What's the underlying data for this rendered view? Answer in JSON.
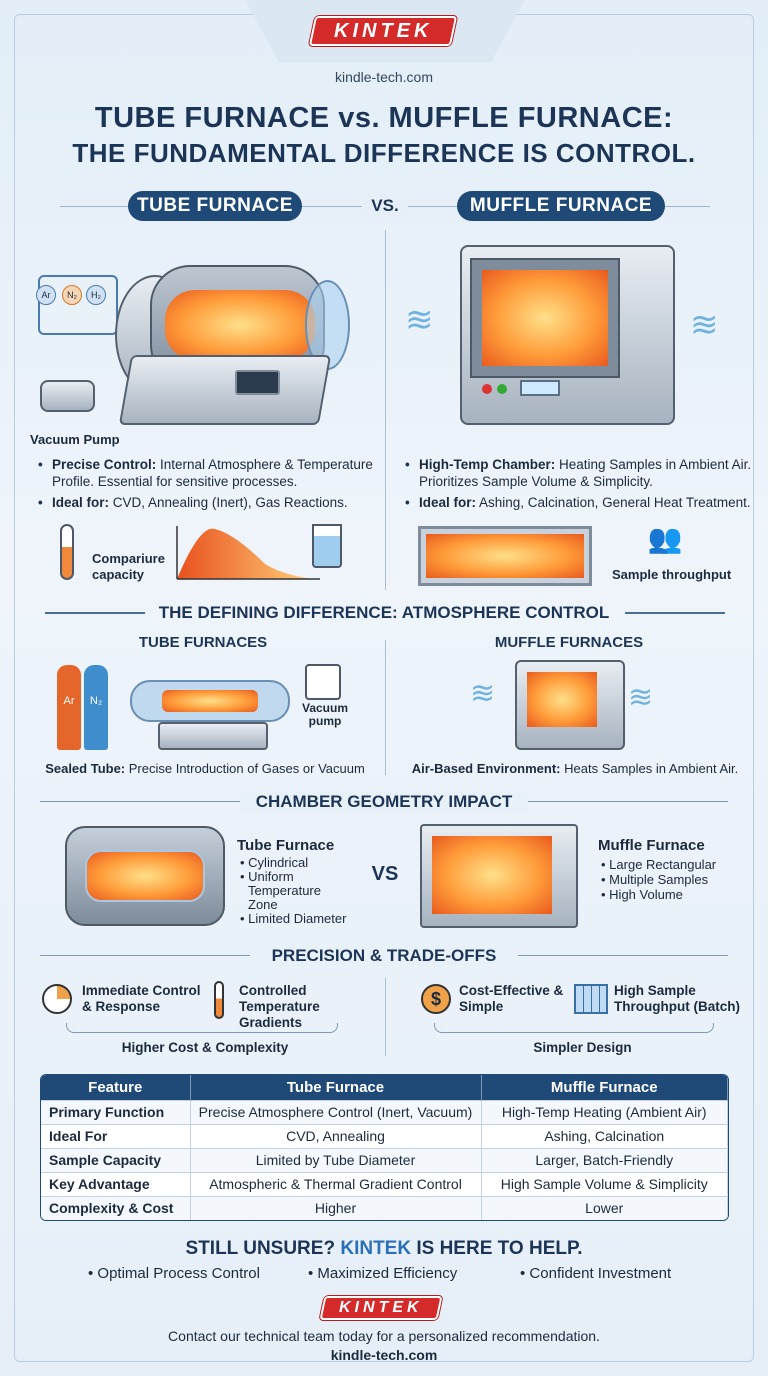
{
  "header": {
    "brand": "KINTEK",
    "website": "kindle-tech.com",
    "title_line1": "TUBE FURNACE vs. MUFFLE FURNACE:",
    "title_line2": "THE FUNDAMENTAL DIFFERENCE IS CONTROL."
  },
  "comparison": {
    "vs": "VS.",
    "tube": {
      "label": "TUBE FURNACE",
      "gases": [
        "Ar",
        "N₂",
        "H₂"
      ],
      "pump_label": "Vacuum Pump",
      "bullets": [
        {
          "bold": "Precise Control:",
          "text": " Internal Atmosphere & Temperature Profile. Essential for sensitive processes."
        },
        {
          "bold": "Ideal for:",
          "text": " CVD, Annealing (Inert), Gas Reactions."
        }
      ],
      "icon_caption": "Compariure capacity"
    },
    "muffle": {
      "label": "MUFFLE FURNACE",
      "bullets": [
        {
          "bold": "High-Temp Chamber:",
          "text": " Heating Samples in Ambient Air. Prioritizes Sample Volume & Simplicity."
        },
        {
          "bold": "Ideal for:",
          "text": " Ashing, Calcination, General Heat Treatment."
        }
      ],
      "icon_caption": "Sample throughput"
    }
  },
  "atmosphere": {
    "title": "THE DEFINING DIFFERENCE: ATMOSPHERE CONTROL",
    "tube": {
      "heading": "TUBE FURNACES",
      "gases": [
        "Ar",
        "N₂"
      ],
      "pump_label": "Vacuum pump",
      "caption_bold": "Sealed Tube:",
      "caption": " Precise Introduction of Gases or Vacuum"
    },
    "muffle": {
      "heading": "MUFFLE FURNACES",
      "caption_bold": "Air-Based Environment:",
      "caption": " Heats Samples in Ambient Air."
    }
  },
  "geometry": {
    "title": "CHAMBER GEOMETRY IMPACT",
    "vs": "VS",
    "tube": {
      "heading": "Tube Furnace",
      "items": [
        "Cylindrical",
        "Uniform Temperature Zone",
        "Limited Diameter"
      ]
    },
    "muffle": {
      "heading": "Muffle Furnace",
      "items": [
        "Large Rectangular",
        "Multiple Samples",
        "High Volume"
      ]
    }
  },
  "tradeoffs": {
    "title": "PRECISION & TRADE-OFFS",
    "tube": {
      "items": [
        {
          "icon": "stopwatch-icon",
          "label": "Immediate Control & Response"
        },
        {
          "icon": "thermometer-icon",
          "label": "Controlled Temperature Gradients"
        }
      ],
      "summary": "Higher Cost & Complexity"
    },
    "muffle": {
      "items": [
        {
          "icon": "dollar-coin-icon",
          "label": "Cost-Effective & Simple"
        },
        {
          "icon": "batch-grid-icon",
          "label": "High Sample Throughput (Batch)"
        }
      ],
      "summary": "Simpler Design"
    }
  },
  "table": {
    "headers": [
      "Feature",
      "Tube Furnace",
      "Muffle Furnace"
    ],
    "rows": [
      [
        "Primary Function",
        "Precise Atmosphere Control (Inert, Vacuum)",
        "High-Temp Heating (Ambient Air)"
      ],
      [
        "Ideal For",
        "CVD, Annealing",
        "Ashing, Calcination"
      ],
      [
        "Sample Capacity",
        "Limited by Tube Diameter",
        "Larger, Batch-Friendly"
      ],
      [
        "Key Advantage",
        "Atmospheric & Thermal Gradient Control",
        "High Sample Volume & Simplicity"
      ],
      [
        "Complexity & Cost",
        "Higher",
        "Lower"
      ]
    ]
  },
  "footer": {
    "cta_prefix": "STILL UNSURE? ",
    "cta_brand": "KINTEK",
    "cta_suffix": " IS HERE TO HELP.",
    "bullets": [
      "Optimal Process Control",
      "Maximized Efficiency",
      "Confident Investment"
    ],
    "brand": "KINTEK",
    "contact": "Contact our technical team today for a personalized recommendation.",
    "website": "kindle-tech.com"
  },
  "colors": {
    "navy": "#1f4a78",
    "brand_red": "#d42a2a",
    "accent_orange": "#f08a3a"
  }
}
